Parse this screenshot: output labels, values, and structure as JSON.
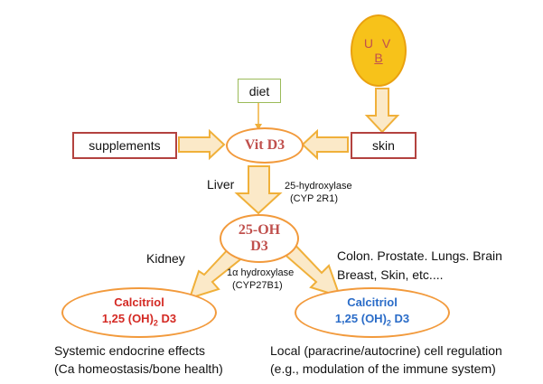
{
  "nodes": {
    "uvb": {
      "line1": "U V",
      "line2": "B"
    },
    "diet": "diet",
    "supplements": "supplements",
    "vitd3": "Vit D3",
    "skin": "skin",
    "oh25": {
      "line1": "25-OH",
      "line2": "D3"
    },
    "calcitriol_left": {
      "name": "Calcitriol",
      "formula_pre": "1,25 (OH)",
      "formula_sub": "2",
      "formula_post": " D3"
    },
    "calcitriol_right": {
      "name": "Calcitriol",
      "formula_pre": "1,25 (OH)",
      "formula_sub": "2",
      "formula_post": " D3"
    }
  },
  "labels": {
    "liver": "Liver",
    "hydroxylase25": {
      "line1": "25-hydroxylase",
      "line2": "(CYP 2R1)"
    },
    "kidney": "Kidney",
    "hydroxylase1a": {
      "line1": "1α hydroxylase",
      "line2": "(CYP27B1)"
    },
    "tissues": {
      "line1": "Colon. Prostate. Lungs. Brain",
      "line2": "Breast, Skin, etc...."
    },
    "systemic": {
      "line1": "Systemic endocrine effects",
      "line2": "(Ca homeostasis/bone health)"
    },
    "local": {
      "line1": "Local (paracrine/autocrine) cell regulation",
      "line2": "(e.g., modulation of the immune system)"
    }
  },
  "colors": {
    "arrow_fill": "#fbe9c8",
    "arrow_stroke": "#f0b03a",
    "ellipse_border": "#f29a3c",
    "uv_fill": "#f7c21a",
    "box_green": "#9bbb59",
    "box_red": "#b3423f",
    "text_red": "#d42a24",
    "text_blue": "#2a6cc8",
    "text_pink": "#c0504d"
  }
}
